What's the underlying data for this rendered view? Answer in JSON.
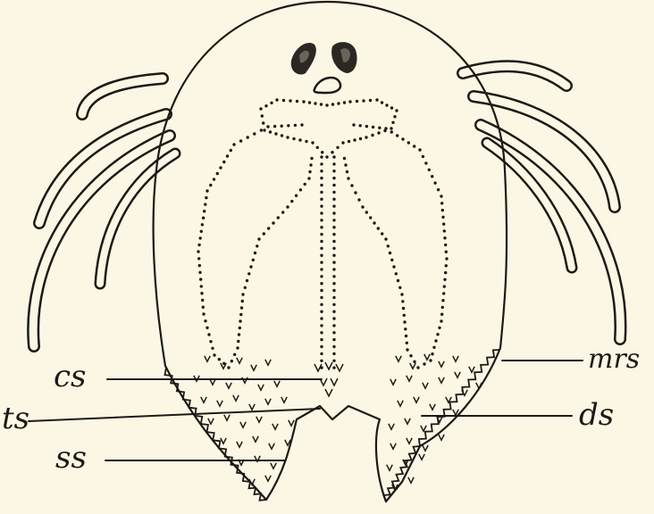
{
  "labels": {
    "cs": "cs",
    "ts": "ts",
    "ss": "ss",
    "mrs": "mrs",
    "ds": "ds"
  },
  "colors": {
    "background": "#fbf7e4",
    "ink": "#1c1a16"
  }
}
